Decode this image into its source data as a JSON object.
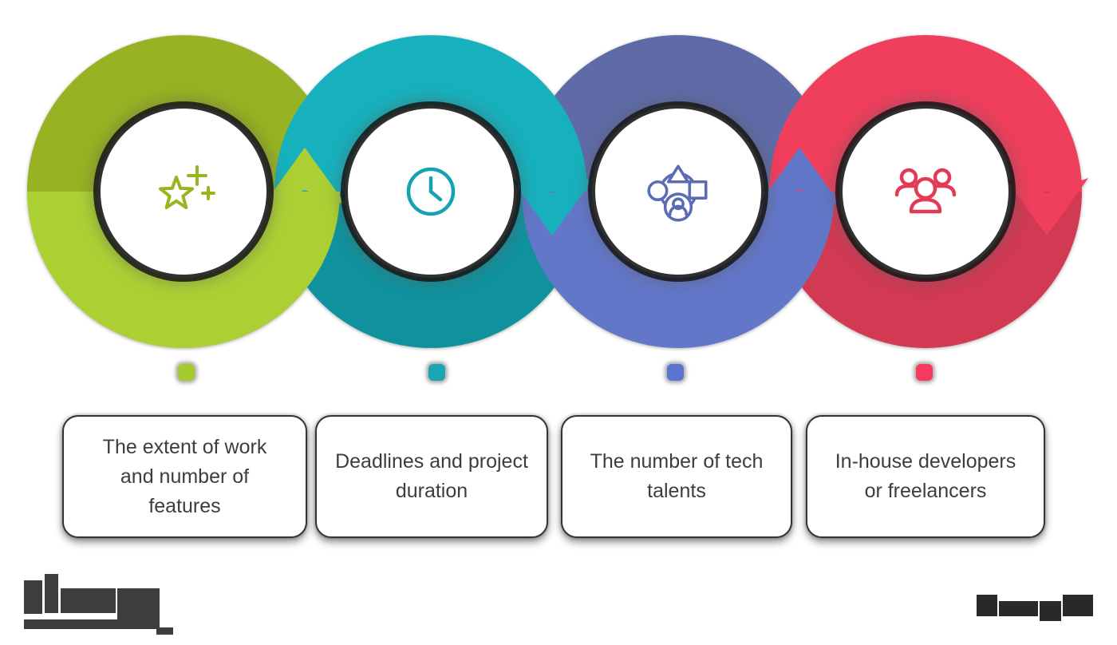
{
  "diagram": {
    "name": "factors-cycle-infographic",
    "steps": [
      {
        "label": "The extent of work\nand number of\nfeatures",
        "icon": "sparkle-star-icon",
        "ring_light": "#acd034",
        "ring_dark": "#97b222",
        "icon_color": "#97b51f",
        "marker_color": "#a4cc2e",
        "arrow": "up"
      },
      {
        "label": "Deadlines and project\nduration",
        "icon": "clock-icon",
        "ring_light": "#17b1bd",
        "ring_dark": "#10929e",
        "icon_color": "#16a2b2",
        "marker_color": "#1aa5b5",
        "arrow": "down"
      },
      {
        "label": "The number of tech\ntalents",
        "icon": "shapes-person-icon",
        "ring_light": "#6377c9",
        "ring_dark": "#5e6ba6",
        "icon_color": "#5b6cb4",
        "marker_color": "#5b74d0",
        "arrow": "up"
      },
      {
        "label": "In-house developers\nor freelancers",
        "icon": "team-icon",
        "ring_light": "#ef3f5d",
        "ring_dark": "#d23a53",
        "icon_color": "#e33a55",
        "marker_color": "#f53a5e",
        "arrow": "down"
      }
    ]
  },
  "footer": {
    "logo": "redacted-pixelated-logo",
    "watermark": "redacted-pixelated-text"
  }
}
